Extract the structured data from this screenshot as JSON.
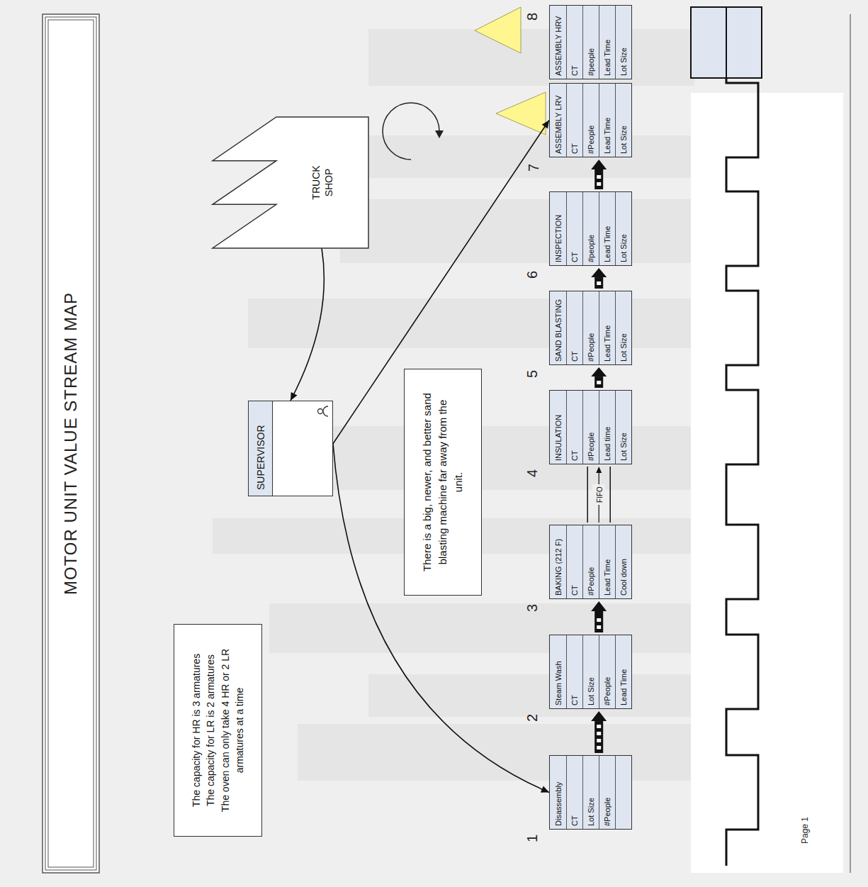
{
  "diagram": {
    "title": "MOTOR UNIT VALUE STREAM MAP",
    "nodes": [
      {
        "text": [
          "The capacity for HR is 3 armatures",
          "The capacity for LR is 2 armatures",
          "The oven can only take 4 HR or 2 LR armatures at a time"
        ]
      },
      {
        "text": [
          "SUPERVISOR"
        ]
      },
      {
        "text": [
          "There is a big, newer, and better sand blasting machine far away from the unit."
        ]
      },
      {
        "text": [
          "TRUCK SHOP"
        ]
      },
      {
        "text": [
          "Disassembly",
          "CT",
          "Lot Size",
          "#People"
        ]
      },
      {
        "text": [
          "Steam Wash",
          "CT",
          "Lot Size",
          "#People",
          "Lead Time"
        ]
      },
      {
        "text": [
          "BAKING (212 F)",
          "CT",
          "#People",
          "Lead Time",
          "Cool down"
        ]
      },
      {
        "text": [
          "INSULATION",
          "CT",
          "#People",
          "Lead time",
          "Lot Size"
        ]
      },
      {
        "text": [
          "SAND BLASTING",
          "CT",
          "#People",
          "Lead Time",
          "Lot Size"
        ]
      },
      {
        "text": [
          "INSPECTION",
          "CT",
          "#people",
          "Lead Time",
          "Lot Size"
        ]
      },
      {
        "text": [
          "ASSEMBLY LRV",
          "CT",
          "#People",
          "Lead Time",
          "Lot Size"
        ]
      },
      {
        "text": [
          "ASSEMBLY HRV",
          "CT",
          "#people",
          "Lead Time",
          "Lot Size"
        ]
      }
    ],
    "edges": [
      {
        "from": 3,
        "to": 1,
        "arrow": "to"
      },
      {
        "from": 1,
        "to": 4,
        "arrow": "to"
      },
      {
        "from": 1,
        "to": 10,
        "arrow": "to"
      },
      {
        "from": 4,
        "to": 5,
        "arrow": "to"
      },
      {
        "from": 5,
        "to": 6,
        "arrow": "to"
      },
      {
        "from": 6,
        "to": 7,
        "label": "FIFO",
        "arrow": "to"
      },
      {
        "from": 7,
        "to": 8,
        "arrow": "to"
      },
      {
        "from": 8,
        "to": 9,
        "arrow": "to"
      },
      {
        "from": 9,
        "to": 10,
        "arrow": "to"
      }
    ],
    "labels": [
      "1",
      "2",
      "3",
      "4",
      "5",
      "6",
      "7",
      "8",
      "Page 1"
    ]
  }
}
